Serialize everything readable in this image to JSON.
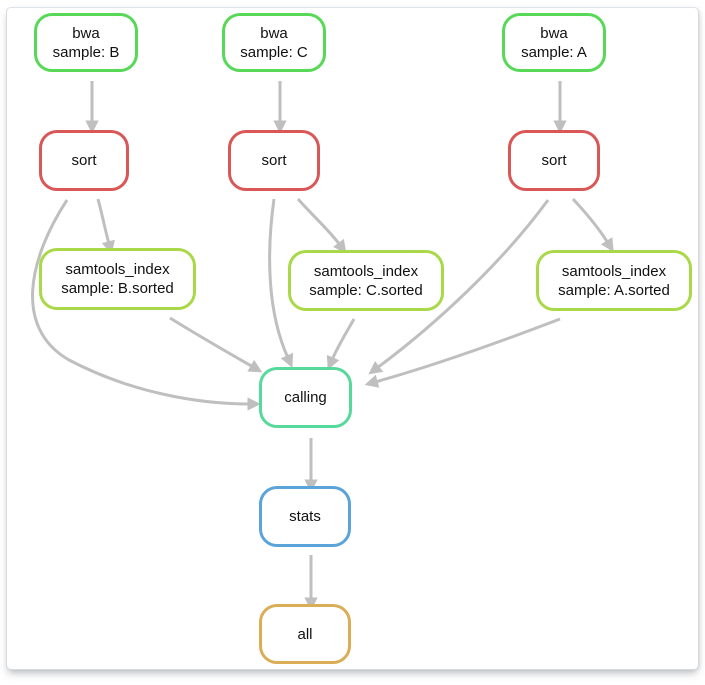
{
  "diagram": {
    "type": "dag",
    "edge_color": "#bfbfbf",
    "colors": {
      "bwa": "#57d957",
      "sort": "#d95757",
      "samtools_index": "#a9d849",
      "calling": "#57d99b",
      "stats": "#5ba4d9",
      "all": "#d9ae57"
    },
    "nodes": {
      "bwa_b": {
        "label": "bwa\nsample: B"
      },
      "bwa_c": {
        "label": "bwa\nsample: C"
      },
      "bwa_a": {
        "label": "bwa\nsample: A"
      },
      "sort_b": {
        "label": "sort"
      },
      "sort_c": {
        "label": "sort"
      },
      "sort_a": {
        "label": "sort"
      },
      "samtools_b": {
        "label": "samtools_index\nsample: B.sorted"
      },
      "samtools_c": {
        "label": "samtools_index\nsample: C.sorted"
      },
      "samtools_a": {
        "label": "samtools_index\nsample: A.sorted"
      },
      "calling": {
        "label": "calling"
      },
      "stats": {
        "label": "stats"
      },
      "all": {
        "label": "all"
      }
    },
    "edges": [
      "bwa_b -> sort_b",
      "bwa_c -> sort_c",
      "bwa_a -> sort_a",
      "sort_b -> samtools_b",
      "sort_b -> calling",
      "sort_c -> samtools_c",
      "sort_c -> calling",
      "sort_a -> samtools_a",
      "sort_a -> calling",
      "samtools_b -> calling",
      "samtools_c -> calling",
      "samtools_a -> calling",
      "calling -> stats",
      "stats -> all"
    ]
  }
}
